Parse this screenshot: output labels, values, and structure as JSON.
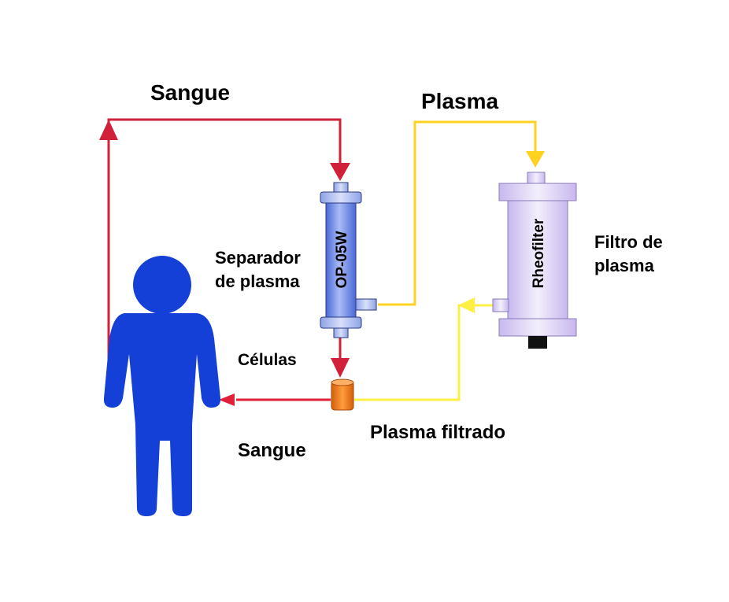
{
  "labels": {
    "sangue_top": "Sangue",
    "plasma_top": "Plasma",
    "separador_line1": "Separador",
    "separador_line2": "de plasma",
    "device_op": "OP-05W",
    "device_rheo": "Rheofilter",
    "filtro_line1": "Filtro de",
    "filtro_line2": "plasma",
    "celulas": "Células",
    "plasma_filtrado": "Plasma filtrado",
    "sangue_bottom": "Sangue"
  },
  "colors": {
    "blood_line": "#d0203a",
    "plasma_line": "#ffd21f",
    "filtered_line": "#ffee44",
    "person": "#1540d8",
    "separator_body": "#6f8be8",
    "filter_body": "#e4dcf6",
    "collector": "#f07a1a"
  }
}
